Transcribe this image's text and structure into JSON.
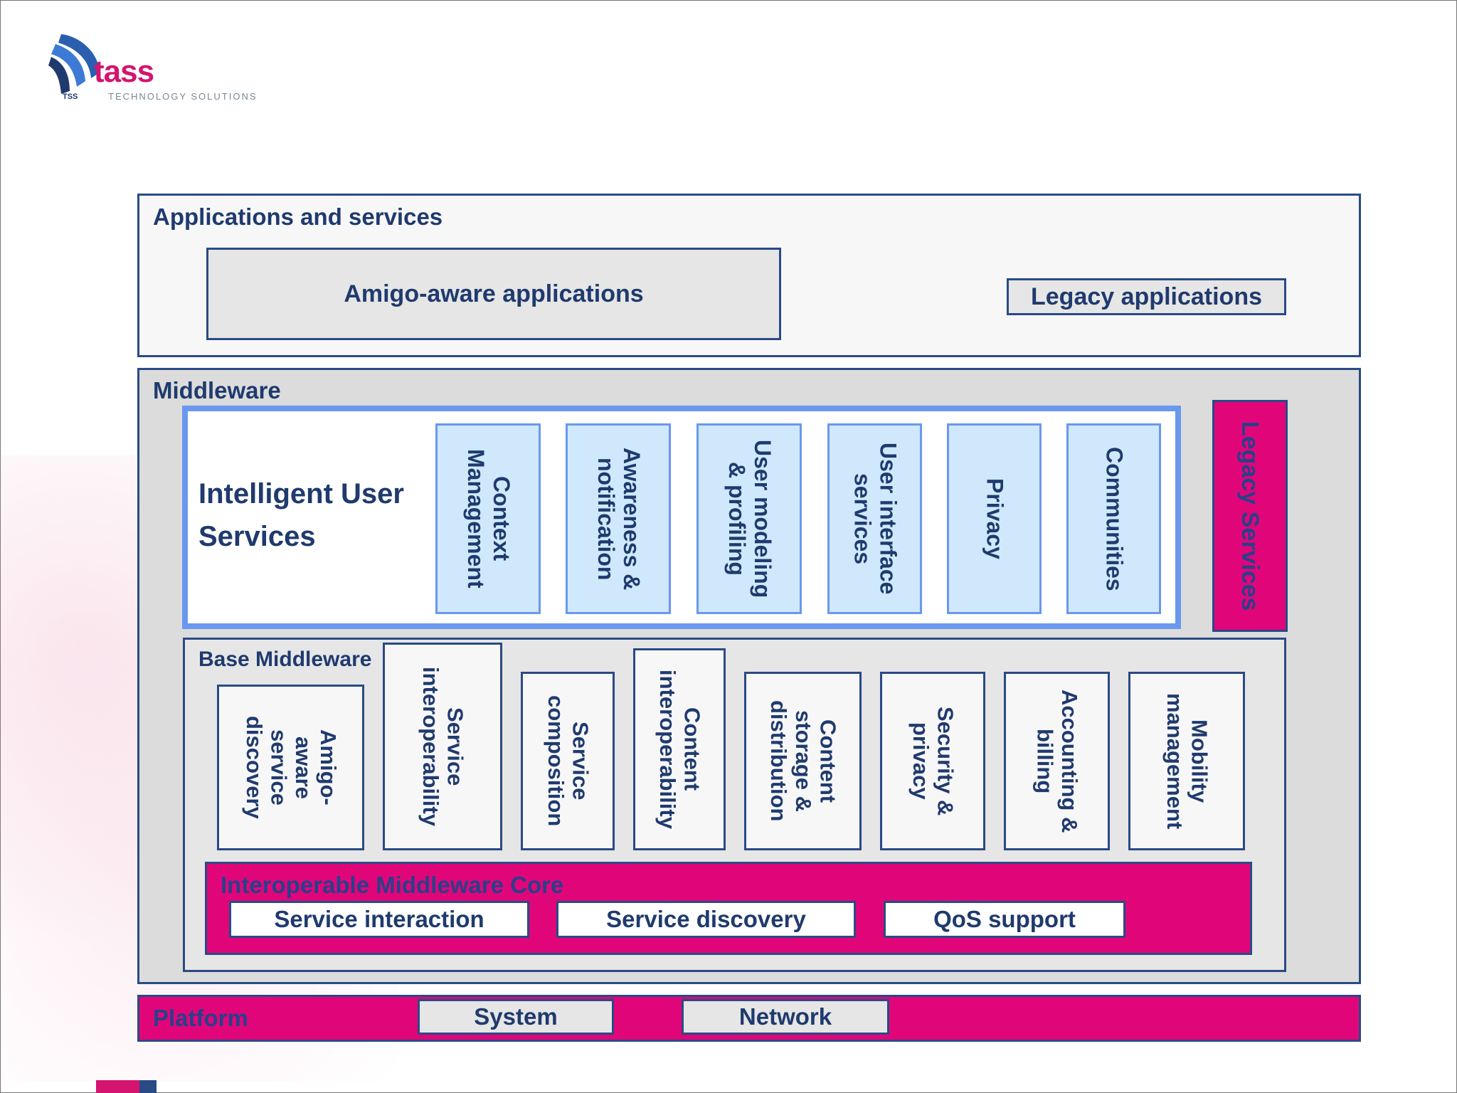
{
  "logo": {
    "word": "tass",
    "tagline": "TECHNOLOGY SOLUTIONS",
    "mark": "TSS",
    "colors": {
      "brand_pink": "#d4146e",
      "brand_blue": "#1f3a6e"
    }
  },
  "applications": {
    "title": "Applications and services",
    "amigo_aware": "Amigo-aware applications",
    "legacy": "Legacy applications"
  },
  "middleware": {
    "title": "Middleware",
    "intelligent_user_services": {
      "title": "Intelligent User\nServices",
      "modules": [
        "Context\nManagement",
        "Awareness &\nnotification",
        "User modeling\n& profiling",
        "User interface\nservices",
        "Privacy",
        "Communities"
      ]
    },
    "legacy_services": "Legacy Services",
    "base_middleware": {
      "title": "Base Middleware",
      "modules": [
        "Amigo-\naware\nservice\ndiscovery",
        "Service\ninteroperability",
        "Service\ncomposition",
        "Content\ninteroperability",
        "Content\nstorage &\ndistribution",
        "Security &\nprivacy",
        "Accounting &\nbilling",
        "Mobility\nmanagement"
      ]
    },
    "core": {
      "title": "Interoperable Middleware Core",
      "items": [
        "Service interaction",
        "Service discovery",
        "QoS support"
      ]
    }
  },
  "platform": {
    "title": "Platform",
    "items": [
      "System",
      "Network"
    ]
  },
  "colors": {
    "border_blue": "#2a4a86",
    "magenta": "#e0067a",
    "light_blue": "#cfe8fb",
    "ius_border": "#6a98ef"
  }
}
